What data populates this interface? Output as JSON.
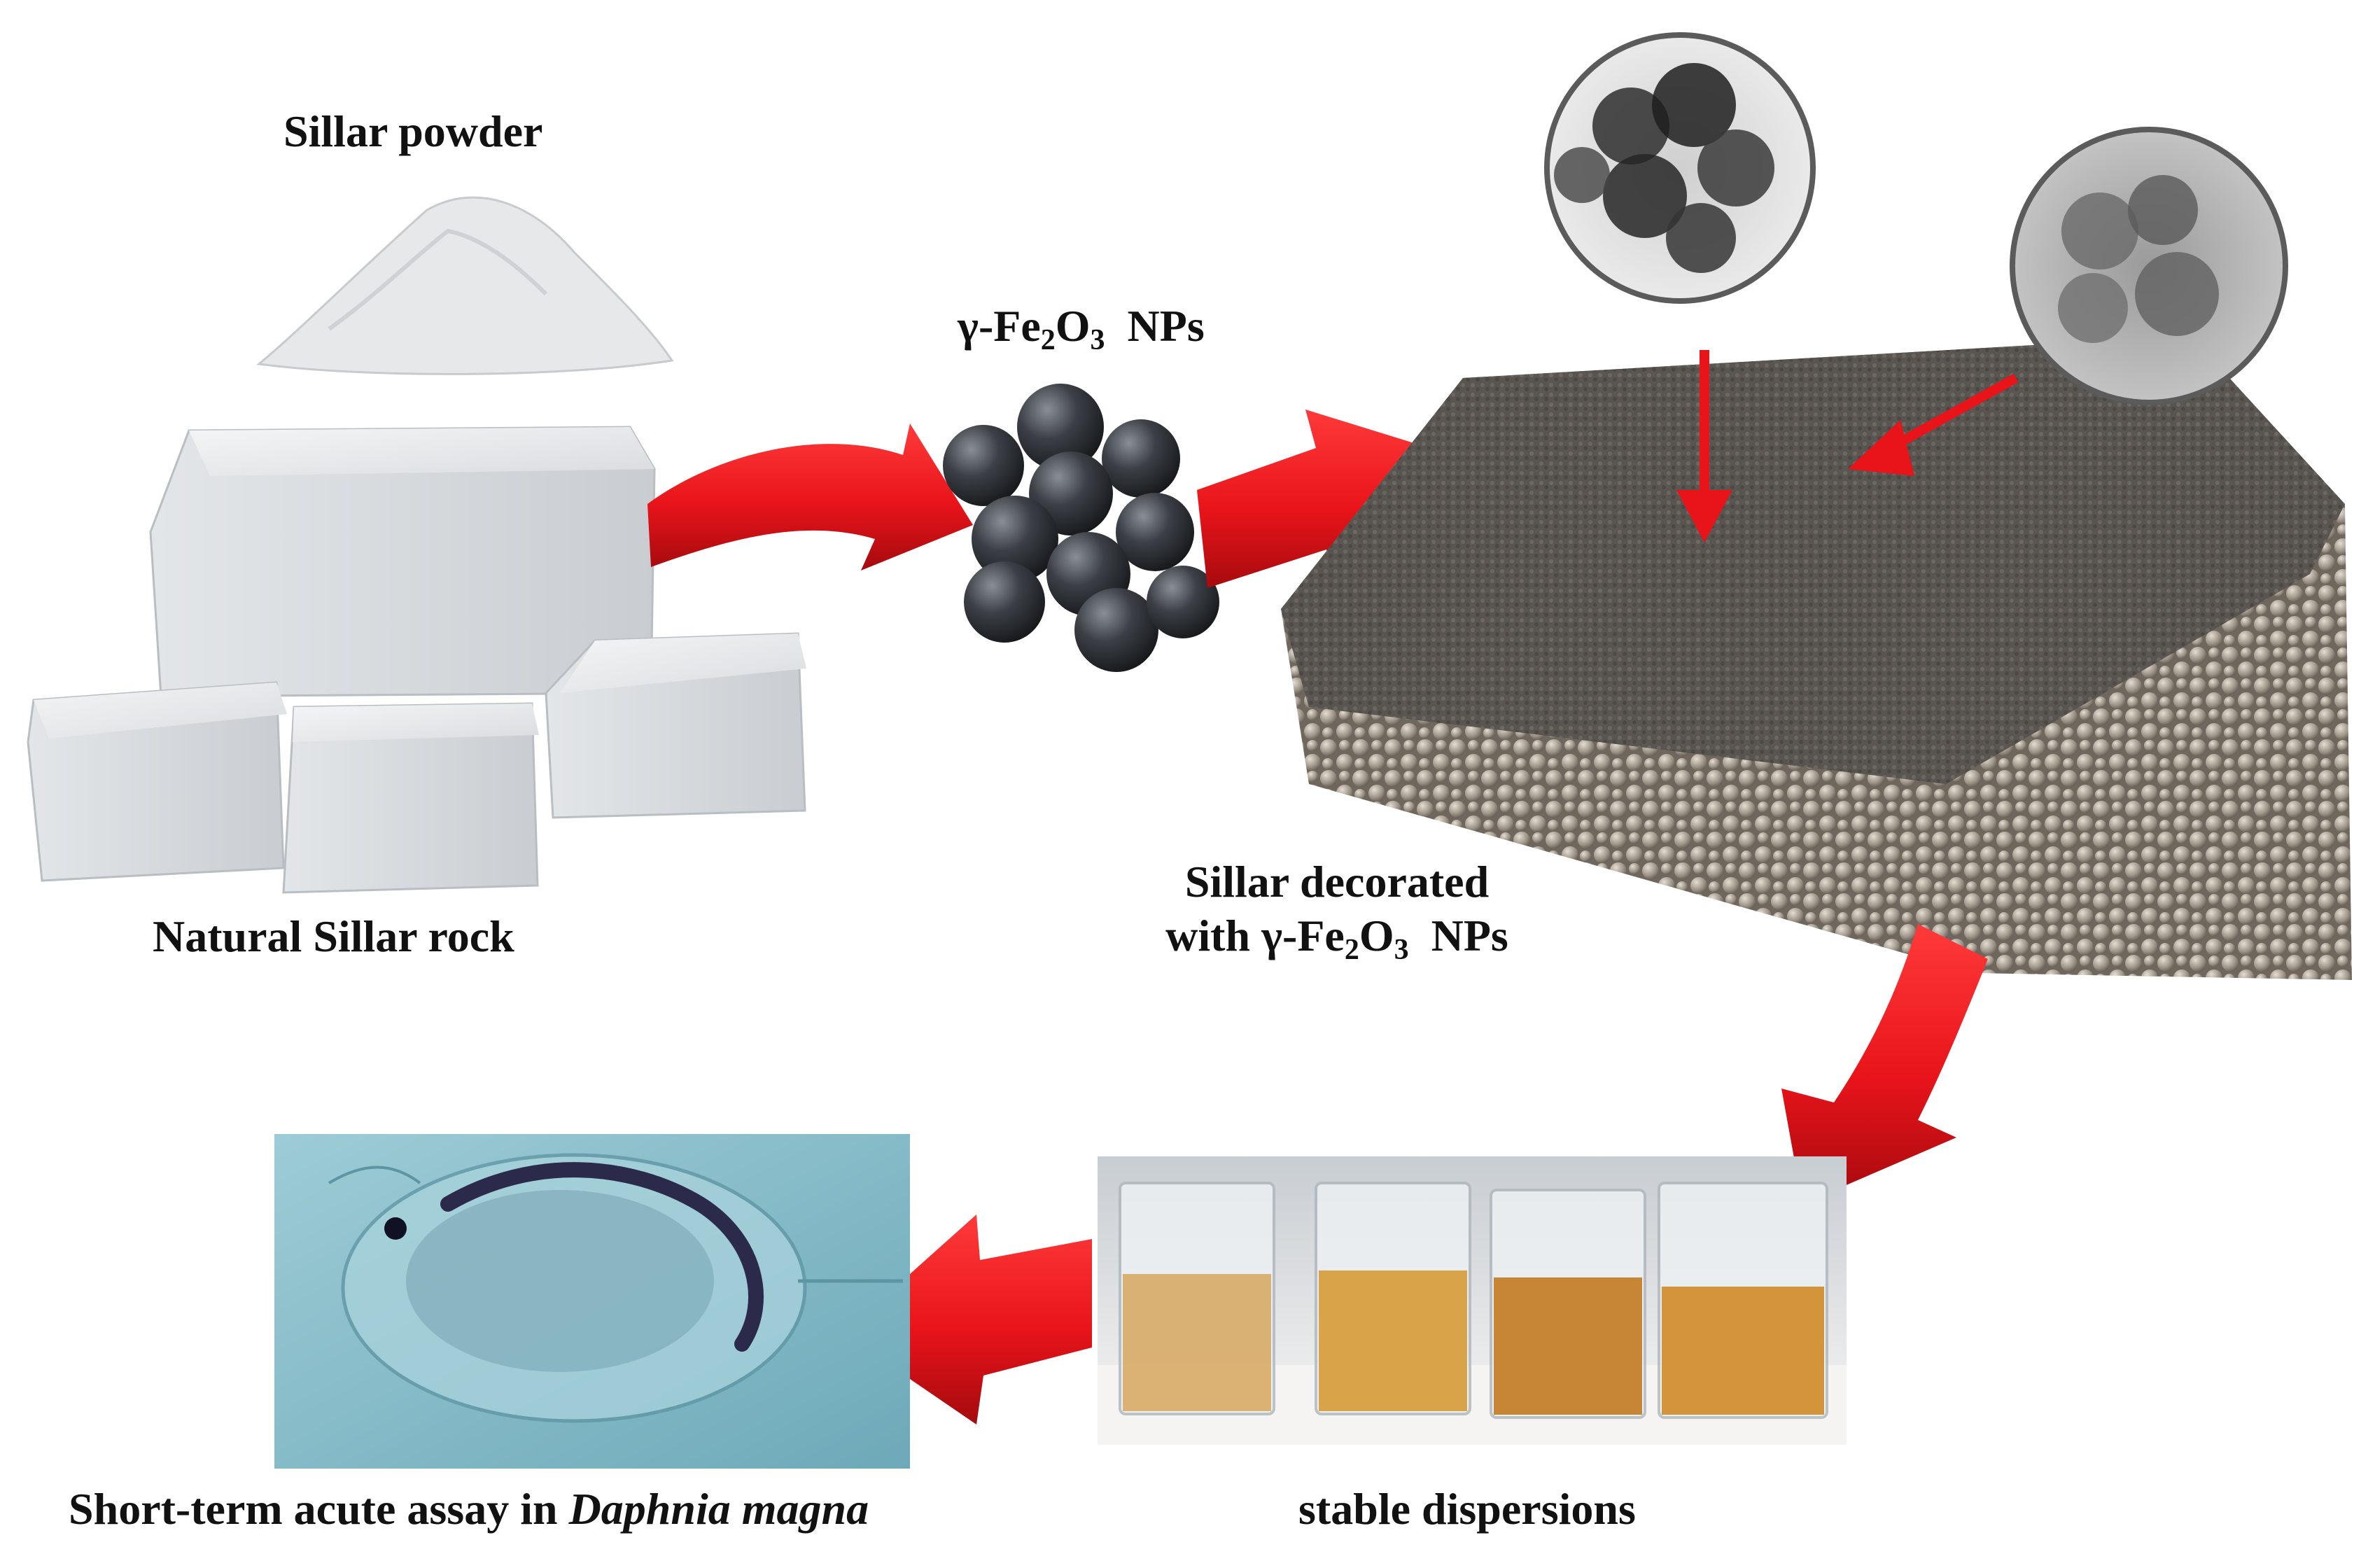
{
  "labels": {
    "sillar_powder": "Sillar powder",
    "natural_sillar_rock": "Natural  Sillar rock",
    "nanoparticles": {
      "prefix": "γ-Fe",
      "sub1": "2",
      "mid": "O",
      "sub2": "3",
      "suffix": "  NPs"
    },
    "sillar_decorated": {
      "line1": "Sillar decorated",
      "prefix": "with γ-Fe",
      "sub1": "2",
      "mid": "O",
      "sub2": "3",
      "suffix": "  NPs"
    },
    "stable_dispersions": "stable dispersions",
    "assay": {
      "text": "Short-term acute assay in ",
      "species": "Daphnia magna"
    }
  },
  "colors": {
    "arrow": "#e8141a",
    "arrow_dark": "#a40a0e",
    "rock": "#e8eaec",
    "nanoparticle": "#3a3d42",
    "water_bg": "#8fc3cf",
    "dispersion": "#d49a3c"
  }
}
